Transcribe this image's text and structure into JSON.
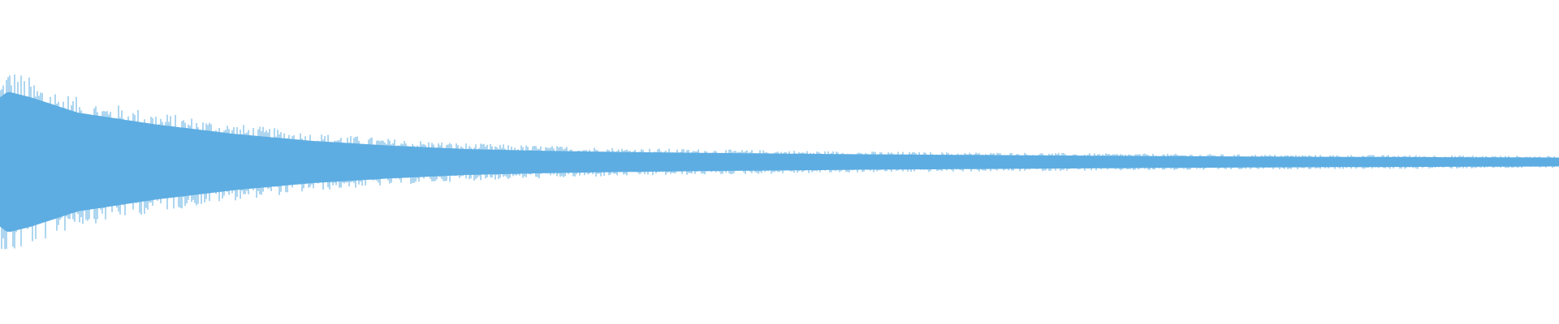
{
  "colors": {
    "background": "#ffffff",
    "waveform": "#5dade2"
  },
  "chart_data": {
    "type": "area",
    "kind": "audio-waveform-envelope",
    "title": "",
    "xlabel": "",
    "ylabel": "",
    "grid": false,
    "legend": "none",
    "ylim": [
      -1,
      1
    ],
    "envelope": {
      "x": [
        0.0,
        0.005,
        0.02,
        0.05,
        0.1,
        0.15,
        0.2,
        0.25,
        0.3,
        0.35,
        0.4,
        0.45,
        0.5,
        0.55,
        0.6,
        0.65,
        0.7,
        0.75,
        0.8,
        0.85,
        0.9,
        0.95,
        1.0
      ],
      "amplitude": [
        0.72,
        0.82,
        0.72,
        0.55,
        0.43,
        0.33,
        0.25,
        0.2,
        0.16,
        0.14,
        0.12,
        0.11,
        0.1,
        0.09,
        0.085,
        0.08,
        0.075,
        0.07,
        0.065,
        0.06,
        0.06,
        0.055,
        0.05
      ],
      "core_amplitude": [
        0.55,
        0.6,
        0.55,
        0.42,
        0.32,
        0.24,
        0.18,
        0.14,
        0.11,
        0.095,
        0.085,
        0.078,
        0.072,
        0.066,
        0.062,
        0.058,
        0.054,
        0.05,
        0.047,
        0.044,
        0.042,
        0.04,
        0.038
      ]
    }
  }
}
